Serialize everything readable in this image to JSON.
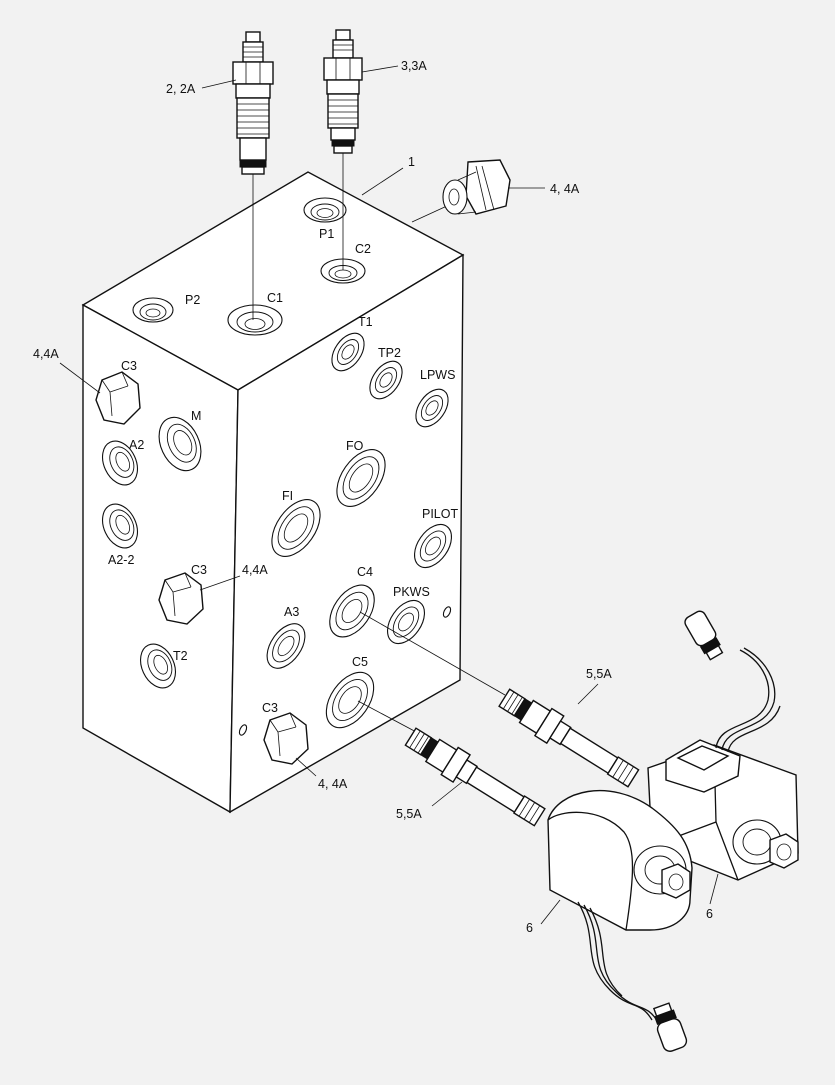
{
  "diagram": {
    "ports": {
      "P1": "P1",
      "C2": "C2",
      "P2": "P2",
      "C1": "C1",
      "T1": "T1",
      "TP2": "TP2",
      "LPWS": "LPWS",
      "C3_upper": "C3",
      "M": "M",
      "A2": "A2",
      "FO": "FO",
      "FI": "FI",
      "PILOT": "PILOT",
      "A2_2": "A2-2",
      "C3_middle": "C3",
      "C4": "C4",
      "PKWS": "PKWS",
      "A3": "A3",
      "T2": "T2",
      "C5": "C5",
      "C3_lower": "C3"
    },
    "callouts": {
      "valve_2": "2, 2A",
      "valve_3": "3,3A",
      "block_1": "1",
      "plug_top": "4, 4A",
      "plug_left": "4,4A",
      "plug_mid": "4,4A",
      "plug_bottom": "4, 4A",
      "cartridge_upper": "5,5A",
      "cartridge_lower": "5,5A",
      "coil_left": "6",
      "coil_right": "6"
    }
  }
}
